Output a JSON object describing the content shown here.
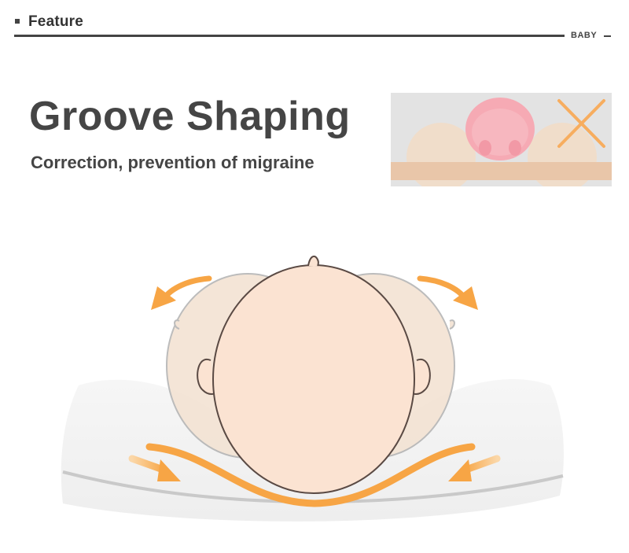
{
  "header": {
    "section_title": "Feature",
    "tag": "BABY"
  },
  "hero": {
    "headline": "Groove Shaping",
    "subline": "Correction, prevention of migraine"
  },
  "colors": {
    "text": "#454545",
    "skin": "#fbe3d2",
    "arrow": "#f7a545",
    "pillow": "#f2f2f2",
    "wrong_head": "#f4a9b4",
    "cross": "#f7b265"
  },
  "icons": {
    "wrong_mark": "cross-icon",
    "motion_arrows": "curved-arrow-icon"
  }
}
